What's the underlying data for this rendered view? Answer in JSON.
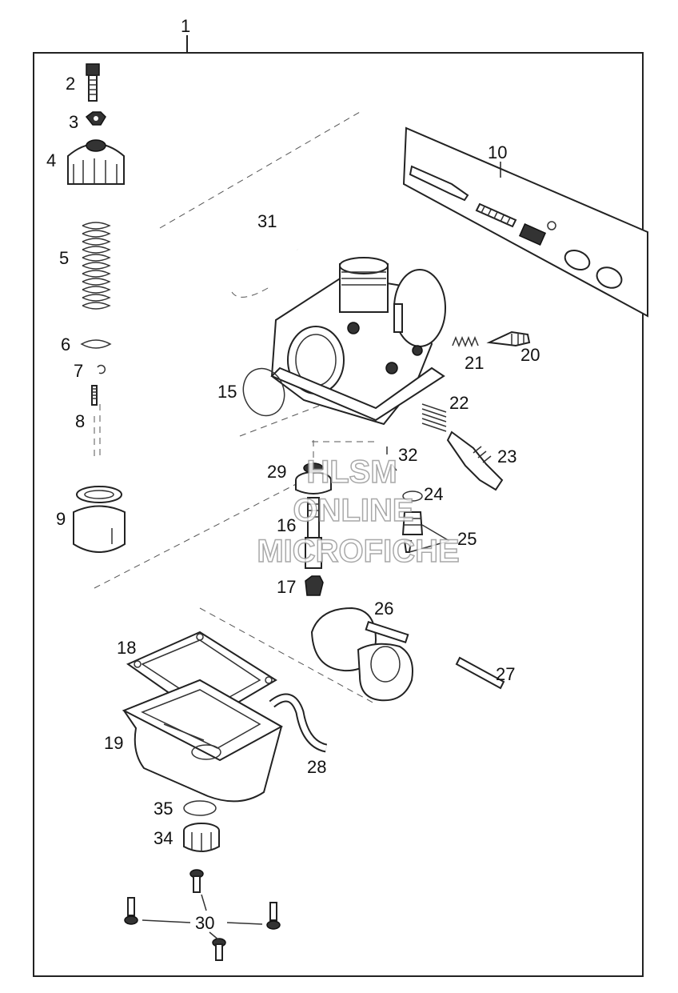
{
  "labels": {
    "p1": "1",
    "p2": "2",
    "p3": "3",
    "p4": "4",
    "p5": "5",
    "p6": "6",
    "p7": "7",
    "p8": "8",
    "p9": "9",
    "p10": "10",
    "p15": "15",
    "p16": "16",
    "p17": "17",
    "p18": "18",
    "p19": "19",
    "p20": "20",
    "p21": "21",
    "p22": "22",
    "p23": "23",
    "p24": "24",
    "p25": "25",
    "p26": "26",
    "p27": "27",
    "p28": "28",
    "p29": "29",
    "p30": "30",
    "p31": "31",
    "p32": "32",
    "p34": "34",
    "p35": "35"
  },
  "watermark": {
    "line1": "HLSM",
    "line2": "ONLINE",
    "line3": "MICROFICHE"
  }
}
